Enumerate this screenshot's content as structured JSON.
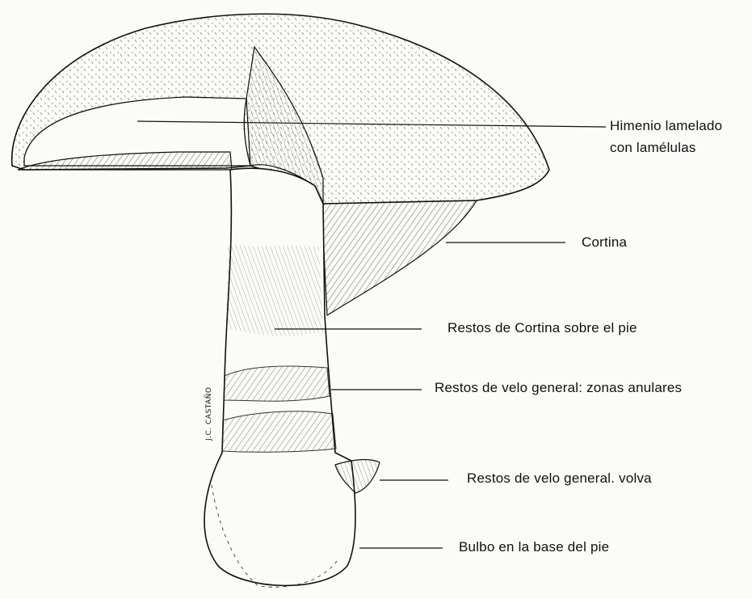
{
  "labels": {
    "himenio_line1": "Himenio lamelado",
    "himenio_line2": "con lamélulas",
    "cortina": "Cortina",
    "restos_cortina": "Restos de Cortina sobre el pie",
    "velo_anulares": "Restos de velo general: zonas anulares",
    "velo_volva": "Restos de velo general. volva",
    "bulbo": "Bulbo en la base del pie"
  },
  "signature": "J.C. CASTAÑO"
}
